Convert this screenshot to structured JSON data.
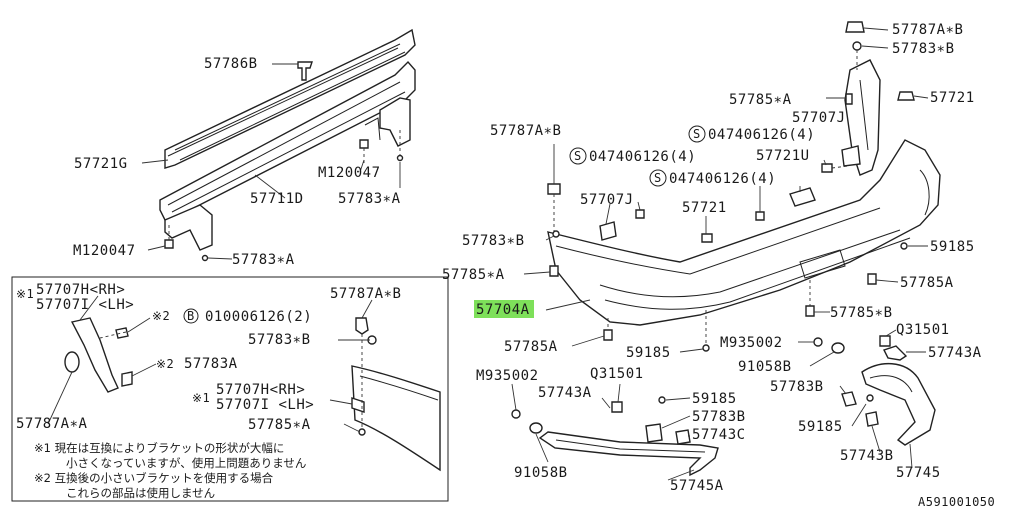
{
  "labels": {
    "l57786b": "57786B",
    "l57721g": "57721G",
    "l57711d": "57711D",
    "lm120047a": "M120047",
    "l57783a_top": "57783∗A",
    "lm120047b": "M120047",
    "l57783a_left": "57783∗A",
    "l57787ab_top": "57787A∗B",
    "l57783b_top": "57783∗B",
    "l57721_tr": "57721",
    "l57785a_top": "57785∗A",
    "l57707j_top": "57707J",
    "ls047_a": "047406126(4)",
    "l57721u": "57721U",
    "ls047_b": "047406126(4)",
    "ls047_c": "047406126(4)",
    "l57787ab_mid": "57787A∗B",
    "l57707j_mid": "57707J",
    "l57721_mid": "57721",
    "l59185_r": "59185",
    "l57783b_mid": "57783∗B",
    "l57785a_mid": "57785∗A",
    "l57785a_r": "57785A",
    "l57704a": "57704A",
    "l57785b": "57785∗B",
    "l57785a_low": "57785A",
    "l59185_low": "59185",
    "lm935002_r": "M935002",
    "lq31501_r": "Q31501",
    "l57743a_r": "57743A",
    "l91058b_r": "91058B",
    "l57783b_r": "57783B",
    "l59185_r2": "59185",
    "l57743b": "57743B",
    "l57745": "57745",
    "lm935002_l": "M935002",
    "lq31501_l": "Q31501",
    "l57743a_l": "57743A",
    "l59185_c": "59185",
    "l57783b_c": "57783B",
    "l57743c": "57743C",
    "l91058b_l": "91058B",
    "l57745a": "57745A",
    "code": "A591001050",
    "box": {
      "m1": "※1",
      "l57707h_a": "57707H<RH>",
      "l57707i_a": "57707I <LH>",
      "m2a": "※2",
      "l57783a_b": "57783A",
      "l57787aa": "57787A∗A",
      "m2b": "※2",
      "l57787ab": "57787A∗B",
      "b_code": "010006126(2)",
      "l57783b": "57783∗B",
      "m1b": "※1",
      "l57707h_b": "57707H<RH>",
      "l57707i_b": "57707I <LH>",
      "l57785a": "57785∗A",
      "note1": "※1  現在は互換によりブラケットの形状が大幅に",
      "note1b": "小さくなっていますが、使用上問題ありません",
      "note2": "※2  互換後の小さいブラケットを使用する場合",
      "note2b": "これらの部品は使用しません"
    }
  },
  "symbols": {
    "s": "S",
    "b": "B"
  },
  "colors": {
    "highlight": "#7ee05a",
    "ink": "#1a1a1a"
  }
}
